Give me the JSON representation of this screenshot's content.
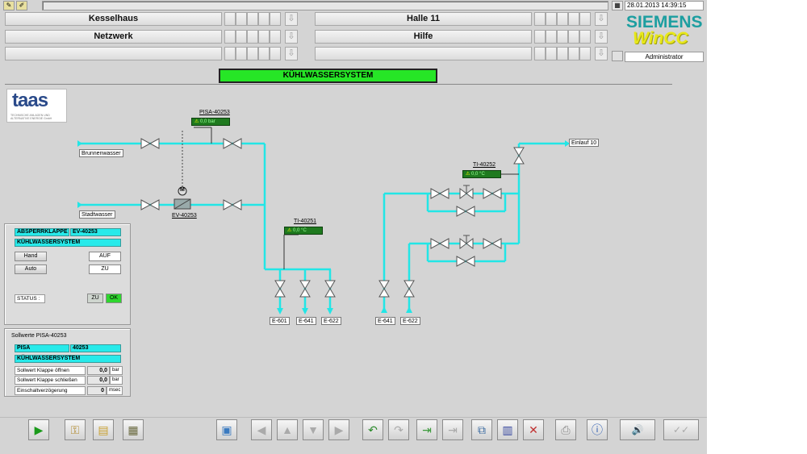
{
  "header": {
    "datetime": "28.01.2013 14:39:15",
    "user": "Administrator",
    "brand_siemens": "SIEMENS",
    "brand_wincc": "WinCC",
    "nav": [
      {
        "label": "Kesselhaus"
      },
      {
        "label": "Halle 11"
      },
      {
        "label": "Netzwerk"
      },
      {
        "label": "Hilfe"
      },
      {
        "label": ""
      },
      {
        "label": ""
      }
    ]
  },
  "screen_title": "KÜHLWASSERSYSTEM",
  "logo_text": "taas",
  "logo_sub": "TECHNISCHE ANLAGEN UND ALTERNATIVE ENERGIE GmbH",
  "process": {
    "brunnenwasser": "Brunnenwasser",
    "stadtwasser": "Stadtwasser",
    "einlauf": "Einlauf 10",
    "pisa_tag": "PISA-40253",
    "pisa_value": "0,0 bar",
    "ev_tag": "EV-40253",
    "ti1_tag": "TI-40251",
    "ti1_value": "0,0 °C",
    "ti2_tag": "TI-40252",
    "ti2_value": "0,0 °C",
    "motor_symbol": "M",
    "outlets_left": [
      "E-601",
      "E-641",
      "E-622"
    ],
    "outlets_right": [
      "E-641",
      "E-622"
    ]
  },
  "panel_valve": {
    "row1_label": "ABSPERRKLAPPE",
    "row1_value": "EV-40253",
    "row2_label": "KÜHLWASSERSYSTEM",
    "hand_label": "Hand",
    "hand_value": "AUF",
    "auto_label": "Auto",
    "auto_value": "ZU",
    "status_label": "STATUS :",
    "status_zu": "ZU",
    "status_ok": "OK"
  },
  "panel_setpoints": {
    "title": "Sollwerte PISA-40253",
    "row1_label": "PISA",
    "row1_value": "40253",
    "row2_label": "KÜHLWASSERSYSTEM",
    "items": [
      {
        "label": "Sollwert Klappe öffnen",
        "value": "0,0",
        "unit": "bar"
      },
      {
        "label": "Sollwert Klappe schließen",
        "value": "0,0",
        "unit": "bar"
      },
      {
        "label": "Einschaltverzögerung",
        "value": "0",
        "unit": "msec"
      }
    ]
  },
  "colors": {
    "pipe": "#22e6e6",
    "title_bg": "#26e626",
    "display_bg": "#1f7a1f",
    "siemens": "#1c9ea0",
    "wincc": "#e8e81a"
  },
  "toolbar": {
    "icons": [
      "play-icon",
      "key-icon",
      "folder-icon",
      "report-icon",
      "screen-select-icon",
      "arrow-left-icon",
      "arrow-up-icon",
      "arrow-down-icon",
      "arrow-right-icon",
      "undo-icon",
      "redo-icon",
      "transfer-in-icon",
      "transfer-out-icon",
      "open-icon",
      "save-icon",
      "close-window-icon",
      "print-icon",
      "info-icon",
      "horn-ack-icon",
      "ack-all-icon"
    ]
  }
}
